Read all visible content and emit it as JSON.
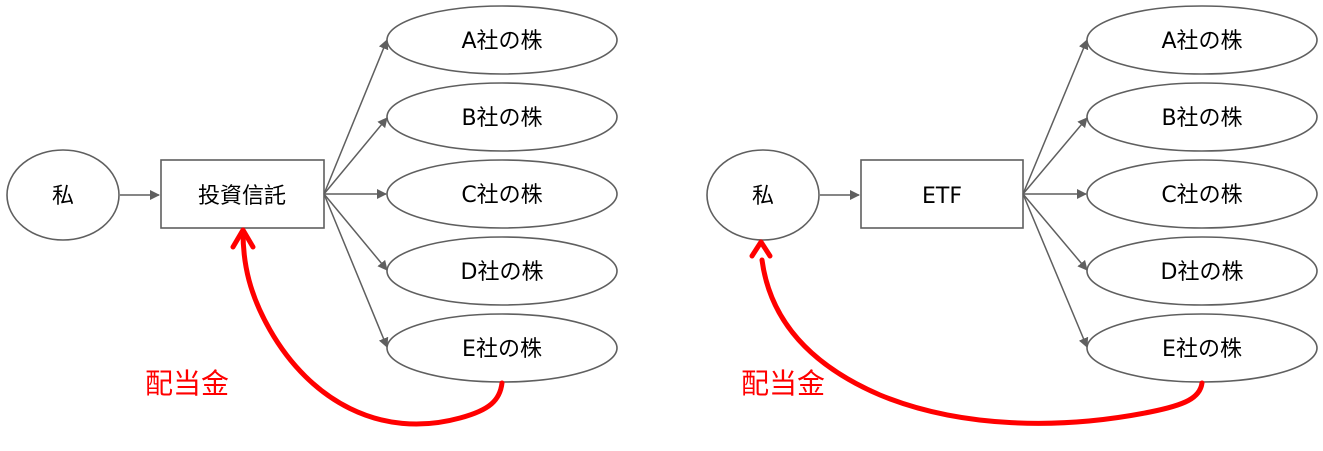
{
  "diagrams": [
    {
      "id": "mutual-fund",
      "investor": "私",
      "vehicle": "投資信託",
      "stocks": [
        "A社の株",
        "B社の株",
        "C社の株",
        "D社の株",
        "E社の株"
      ],
      "dividend_label": "配当金",
      "dividend_target": "vehicle"
    },
    {
      "id": "etf",
      "investor": "私",
      "vehicle": "ETF",
      "stocks": [
        "A社の株",
        "B社の株",
        "C社の株",
        "D社の株",
        "E社の株"
      ],
      "dividend_label": "配当金",
      "dividend_target": "investor"
    }
  ],
  "colors": {
    "stroke": "#5f5f5f",
    "dividend": "#ff0000",
    "text": "#000000"
  }
}
